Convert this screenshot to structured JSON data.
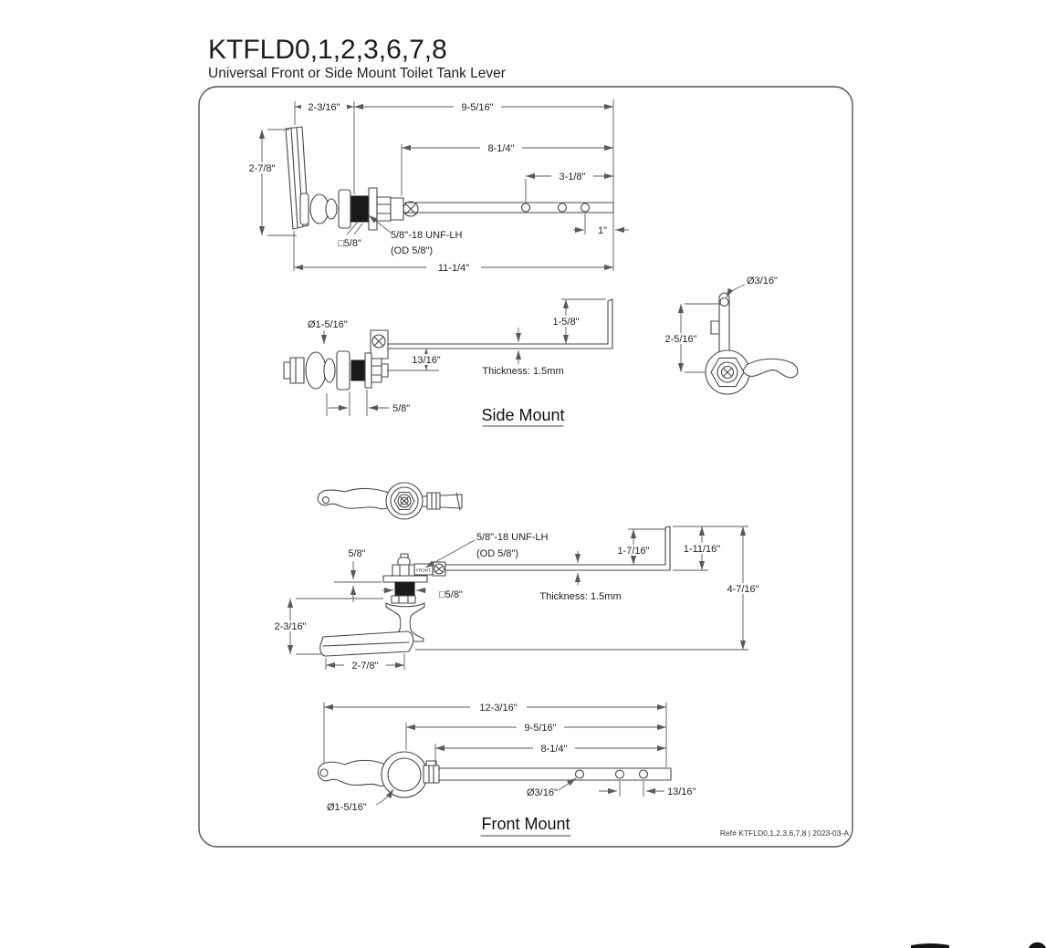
{
  "title": "KTFLD0,1,2,3,6,7,8",
  "subtitle": "Universal Front or Side Mount Toilet Tank Lever",
  "footer_ref": "Ref# KTFLD0,1,2,3,6,7,8 | 2023-03-A",
  "views": {
    "top": {
      "dims": {
        "handle_offset": "2-3/16\"",
        "tail_len": "9-5/16\"",
        "arm_len": "8-1/4\"",
        "hole_span": "3-1/8\"",
        "handle_len": "2-7/8\"",
        "square_shank": "□5/8\"",
        "thread_spec": "5/8\"-18 UNF-LH",
        "thread_od": "(OD 5/8\")",
        "end_hole": "1\"",
        "overall_len": "11-1/4\""
      }
    },
    "side_mount": {
      "label": "Side Mount",
      "dims": {
        "flange_dia": "Ø1-5/16\"",
        "arm_drop": "13/16\"",
        "shank_len": "5/8\"",
        "end_rise": "1-5/8\"",
        "thickness": "Thickness: 1.5mm"
      },
      "end_view": {
        "hole_dia": "Ø3/16\"",
        "height": "2-5/16\""
      }
    },
    "front_side": {
      "front_label": "FRONT",
      "dims": {
        "above_mount": "5/8\"",
        "thread_spec": "5/8\"-18 UNF-LH",
        "thread_od": "(OD 5/8\")",
        "square_shank": "□5/8\"",
        "thickness": "Thickness: 1.5mm",
        "rise_inner": "1-7/16\"",
        "rise_outer": "1-11/16\"",
        "overall_height": "4-7/16\"",
        "below_mount": "2-3/16\"",
        "handle_len": "2-7/8\""
      }
    },
    "front_mount": {
      "label": "Front Mount",
      "dims": {
        "overall_len": "12-3/16\"",
        "tail_len": "9-5/16\"",
        "arm_len": "8-1/4\"",
        "hole_dia": "Ø3/16\"",
        "hole_spacing": "13/16\"",
        "flange_dia": "Ø1-5/16\""
      }
    }
  }
}
